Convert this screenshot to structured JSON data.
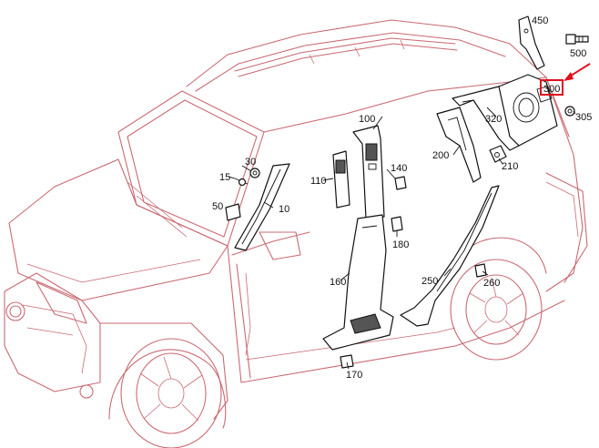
{
  "parts": [
    {
      "key": "p450",
      "number": "450"
    },
    {
      "key": "p500",
      "number": "500"
    },
    {
      "key": "p300",
      "number": "300",
      "highlighted": true
    },
    {
      "key": "p305",
      "number": "305"
    },
    {
      "key": "p320",
      "number": "320"
    },
    {
      "key": "p100",
      "number": "100"
    },
    {
      "key": "p200",
      "number": "200"
    },
    {
      "key": "p210",
      "number": "210"
    },
    {
      "key": "p30",
      "number": "30"
    },
    {
      "key": "p15",
      "number": "15"
    },
    {
      "key": "p50",
      "number": "50"
    },
    {
      "key": "p10",
      "number": "10"
    },
    {
      "key": "p110",
      "number": "110"
    },
    {
      "key": "p140",
      "number": "140"
    },
    {
      "key": "p180",
      "number": "180"
    },
    {
      "key": "p160",
      "number": "160"
    },
    {
      "key": "p250",
      "number": "250"
    },
    {
      "key": "p260",
      "number": "260"
    },
    {
      "key": "p170",
      "number": "170"
    }
  ],
  "colors": {
    "vehicle_outline": "#c96a72",
    "part_outline": "#111111",
    "highlight": "#e0101c"
  }
}
